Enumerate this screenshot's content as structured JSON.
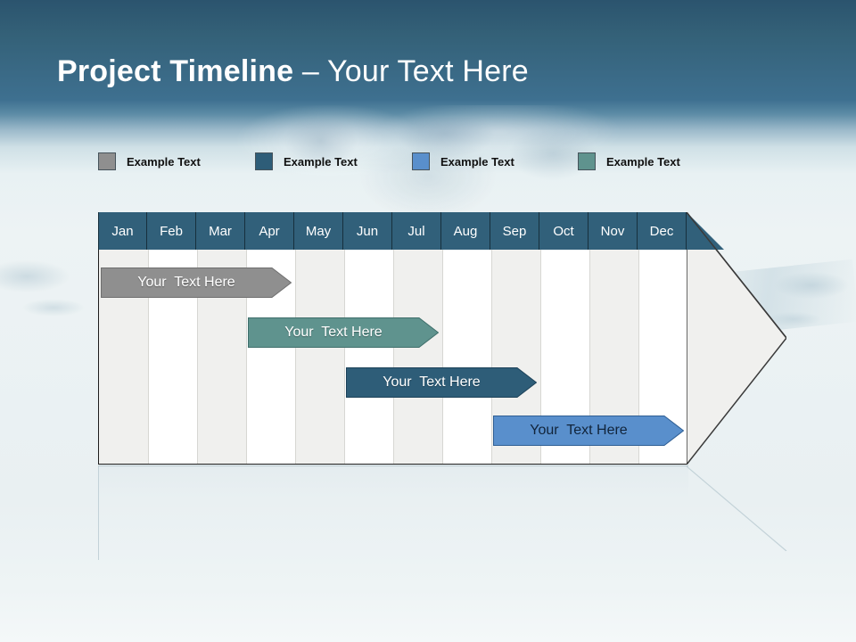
{
  "slide": {
    "title_strong": "Project Timeline",
    "title_dash": " – ",
    "title_light": "Your Text Here"
  },
  "legend": {
    "items": [
      {
        "label": "Example Text",
        "color": "#8f8f8f",
        "name": "legend-gray"
      },
      {
        "label": "Example Text",
        "color": "#2e5d78",
        "name": "legend-dark-blue"
      },
      {
        "label": "Example Text",
        "color": "#598fcc",
        "name": "legend-light-blue"
      },
      {
        "label": "Example Text",
        "color": "#5f938e",
        "name": "legend-teal"
      }
    ]
  },
  "timeline": {
    "months": [
      "Jan",
      "Feb",
      "Mar",
      "Apr",
      "May",
      "Jun",
      "Jul",
      "Aug",
      "Sep",
      "Oct",
      "Nov",
      "Dec"
    ],
    "header_color": "#31607a",
    "stripe_shade": "#f0f0ee",
    "stripe_plain": "#ffffff",
    "arrow_fill": "#f0f0ee",
    "arrow_stroke": "#3a3a3a",
    "tasks": [
      {
        "label": "Your  Text Here",
        "color": "#8f8f8f",
        "stroke": "#6f6f6f",
        "text_style": "light",
        "start_month": "Jan",
        "end_month": "Apr",
        "name": "task-bar-1"
      },
      {
        "label": "Your  Text Here",
        "color": "#5f938e",
        "stroke": "#3f6f6b",
        "text_style": "light",
        "start_month": "Apr",
        "end_month": "Jul",
        "name": "task-bar-2"
      },
      {
        "label": "Your  Text Here",
        "color": "#2e5d78",
        "stroke": "#1d4259",
        "text_style": "light",
        "start_month": "Jun",
        "end_month": "Sep",
        "name": "task-bar-3"
      },
      {
        "label": "Your  Text Here",
        "color": "#598fcc",
        "stroke": "#2f5f94",
        "text_style": "dark",
        "start_month": "Sep",
        "end_month": "Dec",
        "name": "task-bar-4"
      }
    ]
  },
  "chart_data": {
    "type": "bar",
    "title": "Project Timeline – Your Text Here",
    "xlabel": "",
    "ylabel": "",
    "categories": [
      "Jan",
      "Feb",
      "Mar",
      "Apr",
      "May",
      "Jun",
      "Jul",
      "Aug",
      "Sep",
      "Oct",
      "Nov",
      "Dec"
    ],
    "grid": true,
    "legend": "top",
    "series": [
      {
        "name": "Example Text",
        "color": "#8f8f8f",
        "start": 0,
        "end": 3.9,
        "label": "Your  Text Here"
      },
      {
        "name": "Example Text",
        "color": "#5f938e",
        "start": 3.0,
        "end": 6.0,
        "label": "Your  Text Here"
      },
      {
        "name": "Example Text",
        "color": "#2e5d78",
        "start": 5.0,
        "end": 8.0,
        "label": "Your  Text Here"
      },
      {
        "name": "Example Text",
        "color": "#598fcc",
        "start": 8.0,
        "end": 12.0,
        "label": "Your  Text Here"
      }
    ]
  }
}
